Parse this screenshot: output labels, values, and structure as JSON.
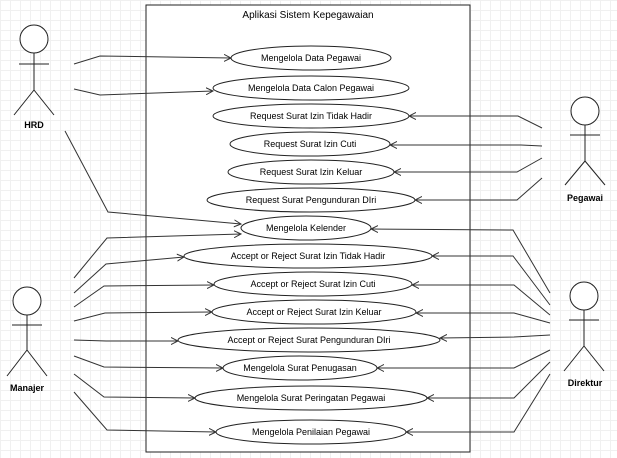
{
  "system": {
    "title": "Aplikasi Sistem Kepegawaian"
  },
  "actors": {
    "hrd": "HRD",
    "pegawai": "Pegawai",
    "manajer": "Manajer",
    "direktur": "Direktur"
  },
  "use_cases": [
    "Mengelola Data Pegawai",
    "Mengelola Data Calon Pegawai",
    "Request Surat Izin Tidak Hadir",
    "Request Surat Izin Cuti",
    "Request Surat Izin Keluar",
    "Request Surat Pengunduran DIri",
    "Mengelola Kelender",
    "Accept or Reject Surat Izin Tidak Hadir",
    "Accept or Reject Surat Izin Cuti",
    "Accept or Reject Surat Izin Keluar",
    "Accept or Reject Surat Pengunduran DIri",
    "Mengelola Surat Penugasan",
    "Mengelola Surat Peringatan Pegawai",
    "Mengelola Penilaian Pegawai"
  ],
  "style": {
    "line": "#333333",
    "stroke": "#222222",
    "fill": "#ffffff"
  }
}
